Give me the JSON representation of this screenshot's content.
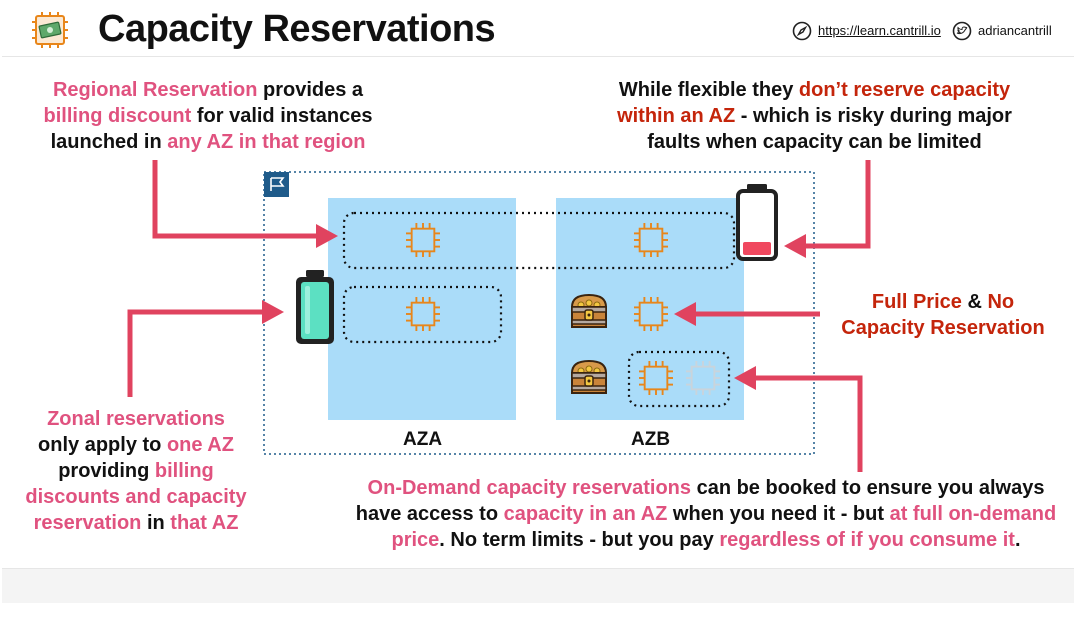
{
  "header": {
    "title": "Capacity Reservations",
    "site": "https://learn.cantrill.io",
    "handle": "adriancantrill",
    "icons": [
      "reserved-instance-icon",
      "compass-icon",
      "twitter-bird-icon"
    ]
  },
  "regional": {
    "line1": [
      "Regional Reservation",
      " provides a"
    ],
    "line2": [
      "billing discount",
      " for valid instances"
    ],
    "line3": [
      "launched in ",
      "any AZ in that region"
    ]
  },
  "flexible": {
    "line1": [
      "While flexible they ",
      "don’t reserve capacity"
    ],
    "line2": [
      "within an AZ",
      " - which is risky during major"
    ],
    "line3": "faults when capacity can be limited"
  },
  "full_price": {
    "line1": [
      "Full Price",
      " & ",
      "No"
    ],
    "line2": "Capacity Reservation"
  },
  "zonal": {
    "line1": "Zonal reservations",
    "line2": [
      "only apply to ",
      "one AZ"
    ],
    "line3": [
      "providing ",
      "billing"
    ],
    "line4": "discounts and capacity",
    "line5": [
      "reservation",
      " in ",
      "that AZ"
    ]
  },
  "on_demand": {
    "line1": [
      "On-Demand capacity reservations",
      " can be booked to ensure you always"
    ],
    "line2": [
      "have access to ",
      "capacity in an AZ",
      " when you need it - but ",
      "at full on-demand"
    ],
    "line3": [
      "price",
      ". No term limits - but you pay ",
      "regardless of if you consume it",
      "."
    ]
  },
  "az_labels": {
    "a": "AZA",
    "b": "AZB"
  },
  "colors": {
    "pink": "#e0527f",
    "red": "#c4250b",
    "az_fill": "#aadcf9",
    "region_border": "#1f5b8a",
    "arrow": "#e0435f",
    "chip": "#e8861a"
  }
}
